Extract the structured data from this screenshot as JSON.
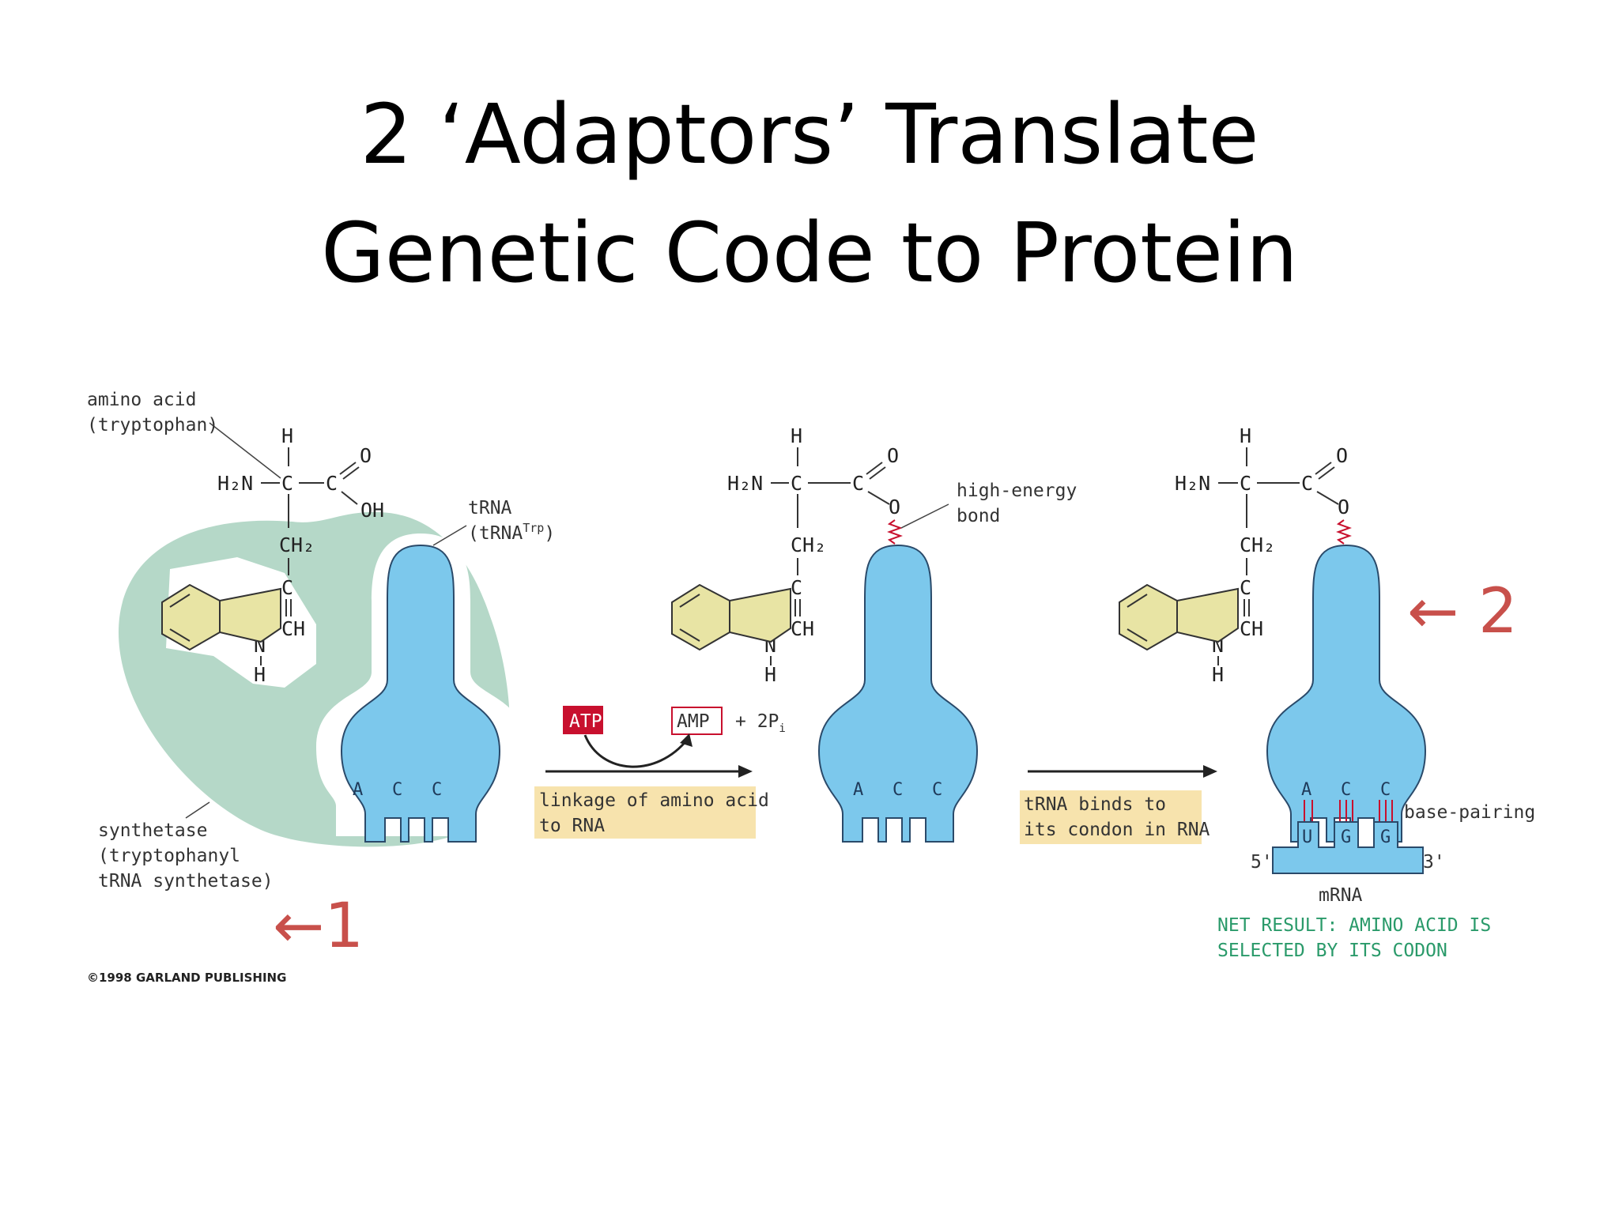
{
  "title": {
    "line1": "2 ‘Adaptors’ Translate",
    "line2": "Genetic Code to Protein"
  },
  "labels": {
    "amino_acid_1": "amino acid",
    "amino_acid_2": "(tryptophan)",
    "trna_1": "tRNA",
    "trna_2": "(tRNA",
    "trna_sup": "Trp",
    "trna_close": ")",
    "synthetase_1": "synthetase",
    "synthetase_2": "(tryptophanyl",
    "synthetase_3": "tRNA synthetase)",
    "high_energy_1": "high-energy",
    "high_energy_2": "bond",
    "atp": "ATP",
    "amp": "AMP",
    "pi": "+ 2P",
    "pi_sub": "i",
    "step1_1": "linkage of amino acid",
    "step1_2": "to RNA",
    "step2_1": "tRNA binds to",
    "step2_2": "its condon in RNA",
    "base_pairing": "base-pairing",
    "five_prime": "5'",
    "three_prime": "3'",
    "mrna": "mRNA",
    "net_1": "NET RESULT:  AMINO ACID IS",
    "net_2": "SELECTED BY ITS CODON",
    "copyright": "©1998 GARLAND PUBLISHING"
  },
  "chem": {
    "h": "H",
    "h2n": "H₂N",
    "c": "C",
    "o": "O",
    "oh": "OH",
    "ch2": "CH₂",
    "ch": "CH",
    "n": "N"
  },
  "anticodon": [
    "A",
    "C",
    "C"
  ],
  "codon": [
    "U",
    "G",
    "G"
  ],
  "annotations": {
    "note1": "←1",
    "note2": "← 2"
  },
  "colors": {
    "trna": "#7cc8ec",
    "synthetase": "#b5d8c8",
    "ring": "#e8e4a4",
    "atp": "#c8102e",
    "step_box": "#f7e3ad",
    "annotation": "#c8504b",
    "net_result": "#2a9a6a"
  }
}
